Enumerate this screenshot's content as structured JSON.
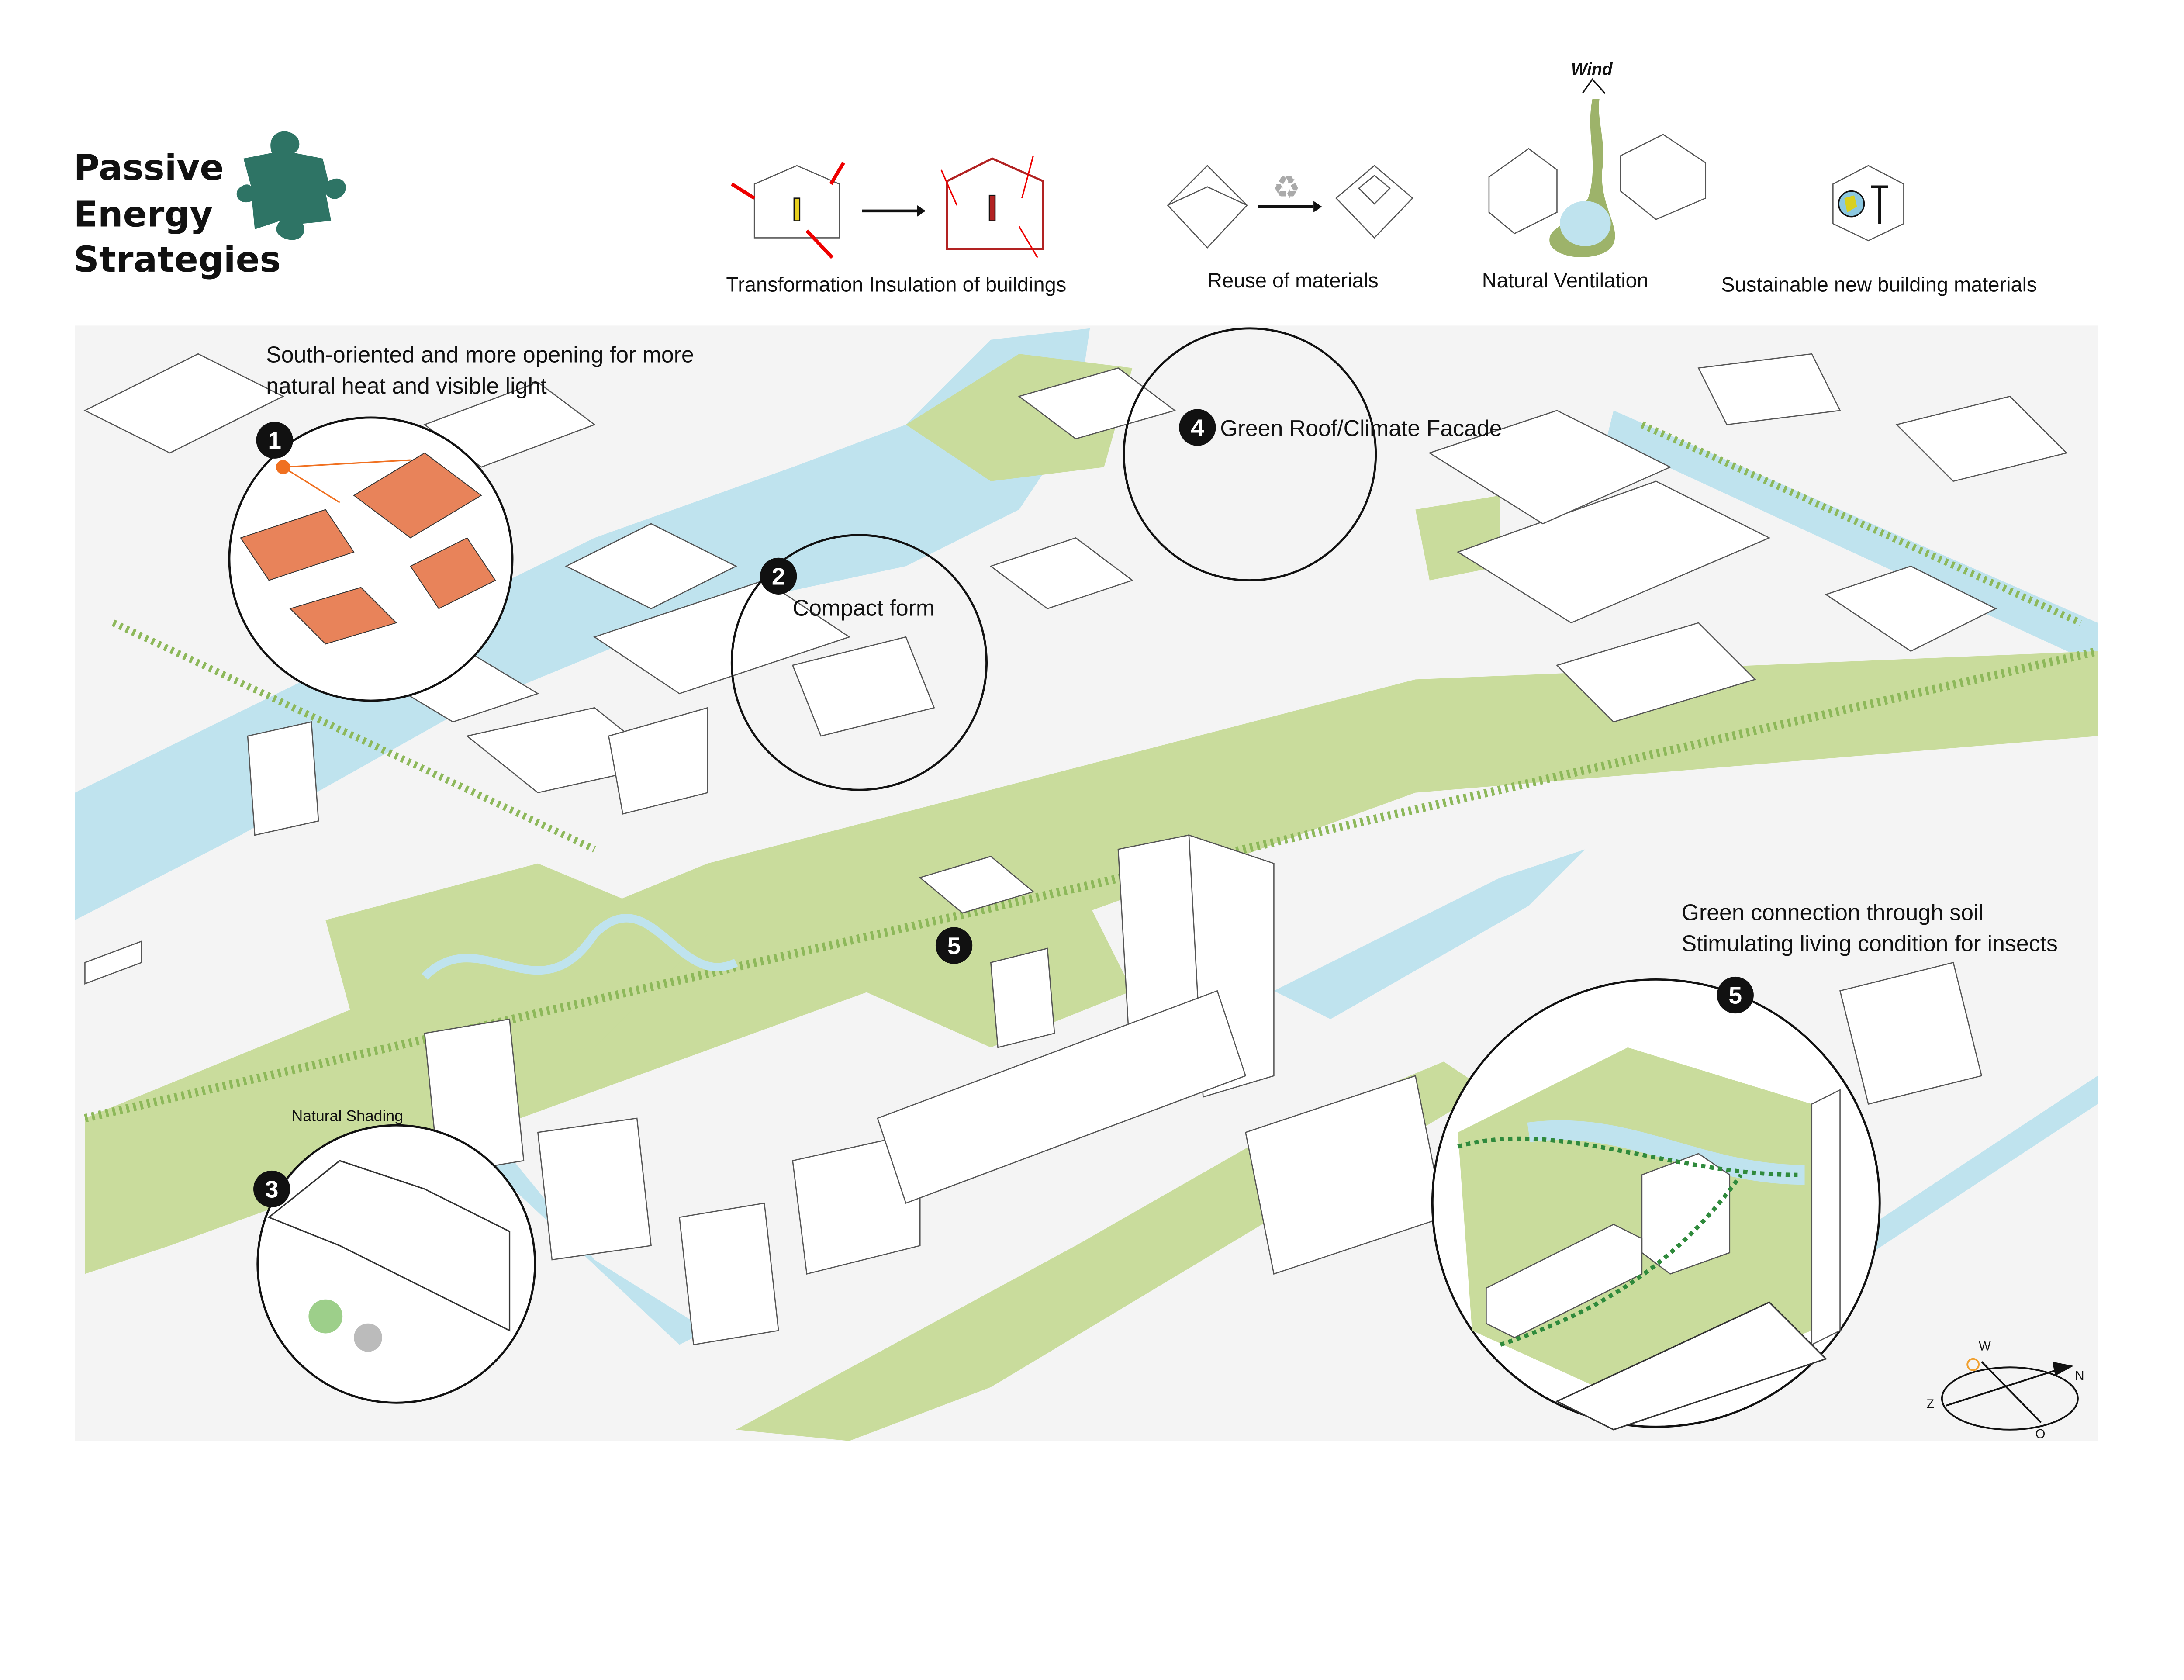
{
  "title": {
    "line1": "Passive",
    "line2": "Energy",
    "line3": "Strategies"
  },
  "colors": {
    "accent": "#2e7465",
    "water": "#bfe3ee",
    "green": "#c9dc9c",
    "green_dark": "#9dbb63",
    "insulation_red": "#b22222",
    "sun": "#f0a030"
  },
  "legend": [
    {
      "icon": "insulation-icon",
      "label": "Transformation Insulation of buildings"
    },
    {
      "icon": "recycle-icon",
      "label": "Reuse of materials"
    },
    {
      "icon": "ventilation-icon",
      "label": "Natural Ventilation",
      "sublabel": "Wind"
    },
    {
      "icon": "earth-tools-icon",
      "label": "Sustainable new building materials"
    }
  ],
  "callouts": [
    {
      "number": "1",
      "label_line1": "South-oriented  and  more  opening  for  more",
      "label_line2": "natural heat and visible light"
    },
    {
      "number": "2",
      "label": "Compact form"
    },
    {
      "number": "3",
      "label": "Natural Shading"
    },
    {
      "number": "4",
      "label": "Green Roof/Climate Facade"
    },
    {
      "number": "5",
      "label": ""
    },
    {
      "number": "5",
      "label_line1": "Green connection through soil",
      "label_line2": "Stimulating living condition for insects"
    }
  ],
  "compass": {
    "w": "W",
    "n": "N",
    "o": "O",
    "z": "Z"
  }
}
